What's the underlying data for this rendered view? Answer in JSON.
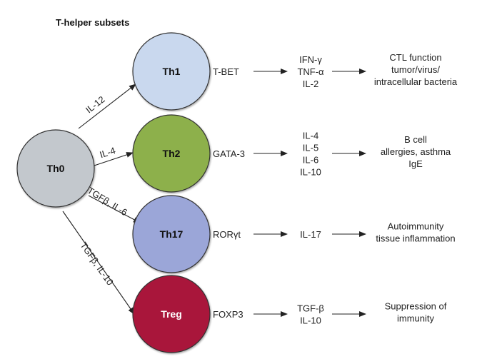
{
  "title": "T-helper subsets",
  "source_cell": {
    "name": "Th0",
    "fill": "#c3c8cd"
  },
  "subsets": [
    {
      "name": "Th1",
      "fill": "#c9d8ee",
      "text_color": "#111111",
      "induction": "IL-12",
      "transcription_factor": "T-BET",
      "cytokines": [
        "IFN-γ",
        "TNF-α",
        "IL-2"
      ],
      "function": [
        "CTL function",
        "tumor/virus/",
        "intracellular bacteria"
      ]
    },
    {
      "name": "Th2",
      "fill": "#8db04b",
      "text_color": "#111111",
      "induction": "IL-4",
      "transcription_factor": "GATA-3",
      "cytokines": [
        "IL-4",
        "IL-5",
        "IL-6",
        "IL-10"
      ],
      "function": [
        "B cell",
        "allergies, asthma",
        "IgE"
      ]
    },
    {
      "name": "Th17",
      "fill": "#9ba6d8",
      "text_color": "#111111",
      "induction": "TGFβ, IL-6",
      "transcription_factor": "RORγt",
      "cytokines": [
        "IL-17"
      ],
      "function": [
        "Autoimmunity",
        "tissue inflammation"
      ]
    },
    {
      "name": "Treg",
      "fill": "#a9173a",
      "text_color": "#ffffff",
      "induction": "TGFβ, IL-10",
      "transcription_factor": "FOXP3",
      "cytokines": [
        "TGF-β",
        "IL-10"
      ],
      "function": [
        "Suppression of",
        "immunity"
      ]
    }
  ]
}
